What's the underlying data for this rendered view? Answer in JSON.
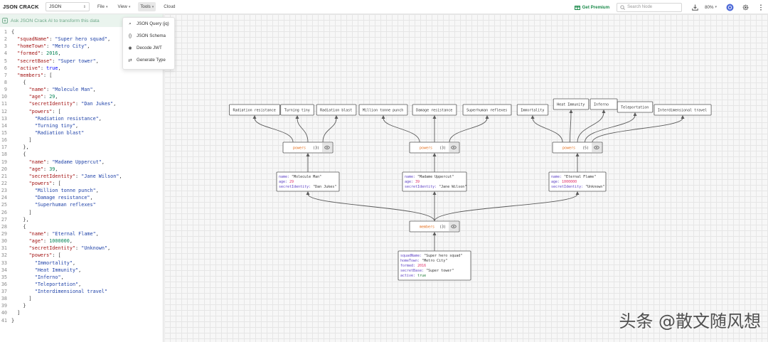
{
  "app": {
    "brand": "JSON CRACK"
  },
  "toolbar": {
    "format": "JSON",
    "menus": [
      "File",
      "View",
      "Tools",
      "Cloud"
    ],
    "premium_label": "Get Premium",
    "search_placeholder": "Search Node",
    "zoom": "80%"
  },
  "tools_menu": {
    "items": [
      {
        "label": "JSON Query (jq)",
        "icon": "query-icon"
      },
      {
        "label": "JSON Schema",
        "icon": "schema-icon"
      },
      {
        "label": "Decode JWT",
        "icon": "jwt-icon"
      },
      {
        "label": "Generate Type",
        "icon": "type-icon"
      }
    ]
  },
  "editor": {
    "ai_banner": "Ask JSON Crack AI to transform this data",
    "lines": [
      [
        [
          "p",
          "{"
        ]
      ],
      [
        [
          "p",
          "  "
        ],
        [
          "k",
          "\"squadName\""
        ],
        [
          "p",
          ": "
        ],
        [
          "s",
          "\"Super hero squad\""
        ],
        [
          "p",
          ","
        ]
      ],
      [
        [
          "p",
          "  "
        ],
        [
          "k",
          "\"homeTown\""
        ],
        [
          "p",
          ": "
        ],
        [
          "s",
          "\"Metro City\""
        ],
        [
          "p",
          ","
        ]
      ],
      [
        [
          "p",
          "  "
        ],
        [
          "k",
          "\"formed\""
        ],
        [
          "p",
          ": "
        ],
        [
          "n",
          "2016"
        ],
        [
          "p",
          ","
        ]
      ],
      [
        [
          "p",
          "  "
        ],
        [
          "k",
          "\"secretBase\""
        ],
        [
          "p",
          ": "
        ],
        [
          "s",
          "\"Super tower\""
        ],
        [
          "p",
          ","
        ]
      ],
      [
        [
          "p",
          "  "
        ],
        [
          "k",
          "\"active\""
        ],
        [
          "p",
          ": "
        ],
        [
          "b",
          "true"
        ],
        [
          "p",
          ","
        ]
      ],
      [
        [
          "p",
          "  "
        ],
        [
          "k",
          "\"members\""
        ],
        [
          "p",
          ": ["
        ]
      ],
      [
        [
          "p",
          "    {"
        ]
      ],
      [
        [
          "p",
          "      "
        ],
        [
          "k",
          "\"name\""
        ],
        [
          "p",
          ": "
        ],
        [
          "s",
          "\"Molecule Man\""
        ],
        [
          "p",
          ","
        ]
      ],
      [
        [
          "p",
          "      "
        ],
        [
          "k",
          "\"age\""
        ],
        [
          "p",
          ": "
        ],
        [
          "n",
          "29"
        ],
        [
          "p",
          ","
        ]
      ],
      [
        [
          "p",
          "      "
        ],
        [
          "k",
          "\"secretIdentity\""
        ],
        [
          "p",
          ": "
        ],
        [
          "s",
          "\"Dan Jukes\""
        ],
        [
          "p",
          ","
        ]
      ],
      [
        [
          "p",
          "      "
        ],
        [
          "k",
          "\"powers\""
        ],
        [
          "p",
          ": ["
        ]
      ],
      [
        [
          "p",
          "        "
        ],
        [
          "s",
          "\"Radiation resistance\""
        ],
        [
          "p",
          ","
        ]
      ],
      [
        [
          "p",
          "        "
        ],
        [
          "s",
          "\"Turning tiny\""
        ],
        [
          "p",
          ","
        ]
      ],
      [
        [
          "p",
          "        "
        ],
        [
          "s",
          "\"Radiation blast\""
        ]
      ],
      [
        [
          "p",
          "      ]"
        ]
      ],
      [
        [
          "p",
          "    },"
        ]
      ],
      [
        [
          "p",
          "    {"
        ]
      ],
      [
        [
          "p",
          "      "
        ],
        [
          "k",
          "\"name\""
        ],
        [
          "p",
          ": "
        ],
        [
          "s",
          "\"Madame Uppercut\""
        ],
        [
          "p",
          ","
        ]
      ],
      [
        [
          "p",
          "      "
        ],
        [
          "k",
          "\"age\""
        ],
        [
          "p",
          ": "
        ],
        [
          "n",
          "39"
        ],
        [
          "p",
          ","
        ]
      ],
      [
        [
          "p",
          "      "
        ],
        [
          "k",
          "\"secretIdentity\""
        ],
        [
          "p",
          ": "
        ],
        [
          "s",
          "\"Jane Wilson\""
        ],
        [
          "p",
          ","
        ]
      ],
      [
        [
          "p",
          "      "
        ],
        [
          "k",
          "\"powers\""
        ],
        [
          "p",
          ": ["
        ]
      ],
      [
        [
          "p",
          "        "
        ],
        [
          "s",
          "\"Million tonne punch\""
        ],
        [
          "p",
          ","
        ]
      ],
      [
        [
          "p",
          "        "
        ],
        [
          "s",
          "\"Damage resistance\""
        ],
        [
          "p",
          ","
        ]
      ],
      [
        [
          "p",
          "        "
        ],
        [
          "s",
          "\"Superhuman reflexes\""
        ]
      ],
      [
        [
          "p",
          "      ]"
        ]
      ],
      [
        [
          "p",
          "    },"
        ]
      ],
      [
        [
          "p",
          "    {"
        ]
      ],
      [
        [
          "p",
          "      "
        ],
        [
          "k",
          "\"name\""
        ],
        [
          "p",
          ": "
        ],
        [
          "s",
          "\"Eternal Flame\""
        ],
        [
          "p",
          ","
        ]
      ],
      [
        [
          "p",
          "      "
        ],
        [
          "k",
          "\"age\""
        ],
        [
          "p",
          ": "
        ],
        [
          "n",
          "1000000"
        ],
        [
          "p",
          ","
        ]
      ],
      [
        [
          "p",
          "      "
        ],
        [
          "k",
          "\"secretIdentity\""
        ],
        [
          "p",
          ": "
        ],
        [
          "s",
          "\"Unknown\""
        ],
        [
          "p",
          ","
        ]
      ],
      [
        [
          "p",
          "      "
        ],
        [
          "k",
          "\"powers\""
        ],
        [
          "p",
          ": ["
        ]
      ],
      [
        [
          "p",
          "        "
        ],
        [
          "s",
          "\"Immortality\""
        ],
        [
          "p",
          ","
        ]
      ],
      [
        [
          "p",
          "        "
        ],
        [
          "s",
          "\"Heat Immunity\""
        ],
        [
          "p",
          ","
        ]
      ],
      [
        [
          "p",
          "        "
        ],
        [
          "s",
          "\"Inferno\""
        ],
        [
          "p",
          ","
        ]
      ],
      [
        [
          "p",
          "        "
        ],
        [
          "s",
          "\"Teleportation\""
        ],
        [
          "p",
          ","
        ]
      ],
      [
        [
          "p",
          "        "
        ],
        [
          "s",
          "\"Interdimensional travel\""
        ]
      ],
      [
        [
          "p",
          "      ]"
        ]
      ],
      [
        [
          "p",
          "    }"
        ]
      ],
      [
        [
          "p",
          "  ]"
        ]
      ],
      [
        [
          "p",
          "}"
        ]
      ]
    ]
  },
  "graph": {
    "root": {
      "rows": [
        {
          "key": "squadName",
          "value": "\"Super hero squad\"",
          "type": "string"
        },
        {
          "key": "homeTown",
          "value": "\"Metro City\"",
          "type": "string"
        },
        {
          "key": "formed",
          "value": "2016",
          "type": "number"
        },
        {
          "key": "secretBase",
          "value": "\"Super tower\"",
          "type": "string"
        },
        {
          "key": "active",
          "value": "true",
          "type": "bool"
        }
      ]
    },
    "members_node": {
      "label": "members",
      "count": "(3)"
    },
    "members": [
      {
        "rows": [
          {
            "key": "name",
            "value": "\"Molecule Man\"",
            "type": "string"
          },
          {
            "key": "age",
            "value": "29",
            "type": "number"
          },
          {
            "key": "secretIdentity",
            "value": "\"Dan Jukes\"",
            "type": "string"
          }
        ],
        "powers_label": "powers",
        "powers_count": "(3)",
        "powers": [
          "Radiation resistance",
          "Turning tiny",
          "Radiation blast"
        ]
      },
      {
        "rows": [
          {
            "key": "name",
            "value": "\"Madame Uppercut\"",
            "type": "string"
          },
          {
            "key": "age",
            "value": "39",
            "type": "number"
          },
          {
            "key": "secretIdentity",
            "value": "\"Jane Wilson\"",
            "type": "string"
          }
        ],
        "powers_label": "powers",
        "powers_count": "(3)",
        "powers": [
          "Million tonne punch",
          "Damage resistance",
          "Superhuman reflexes"
        ]
      },
      {
        "rows": [
          {
            "key": "name",
            "value": "\"Eternal Flame\"",
            "type": "string"
          },
          {
            "key": "age",
            "value": "1000000",
            "type": "number"
          },
          {
            "key": "secretIdentity",
            "value": "\"Unknown\"",
            "type": "string"
          }
        ],
        "powers_label": "powers",
        "powers_count": "(5)",
        "powers": [
          "Immortality",
          "Heat Immunity",
          "Inferno",
          "Teleportation",
          "Interdimensional travel"
        ]
      }
    ]
  },
  "colors": {
    "key": "#5b3fc4",
    "string": "#333333",
    "number": "#e0306a",
    "bool": "#1f7a3a",
    "powers_label": "#e36b17",
    "premium": "#1a8a4a"
  },
  "watermark": "头条 @散文随风想"
}
